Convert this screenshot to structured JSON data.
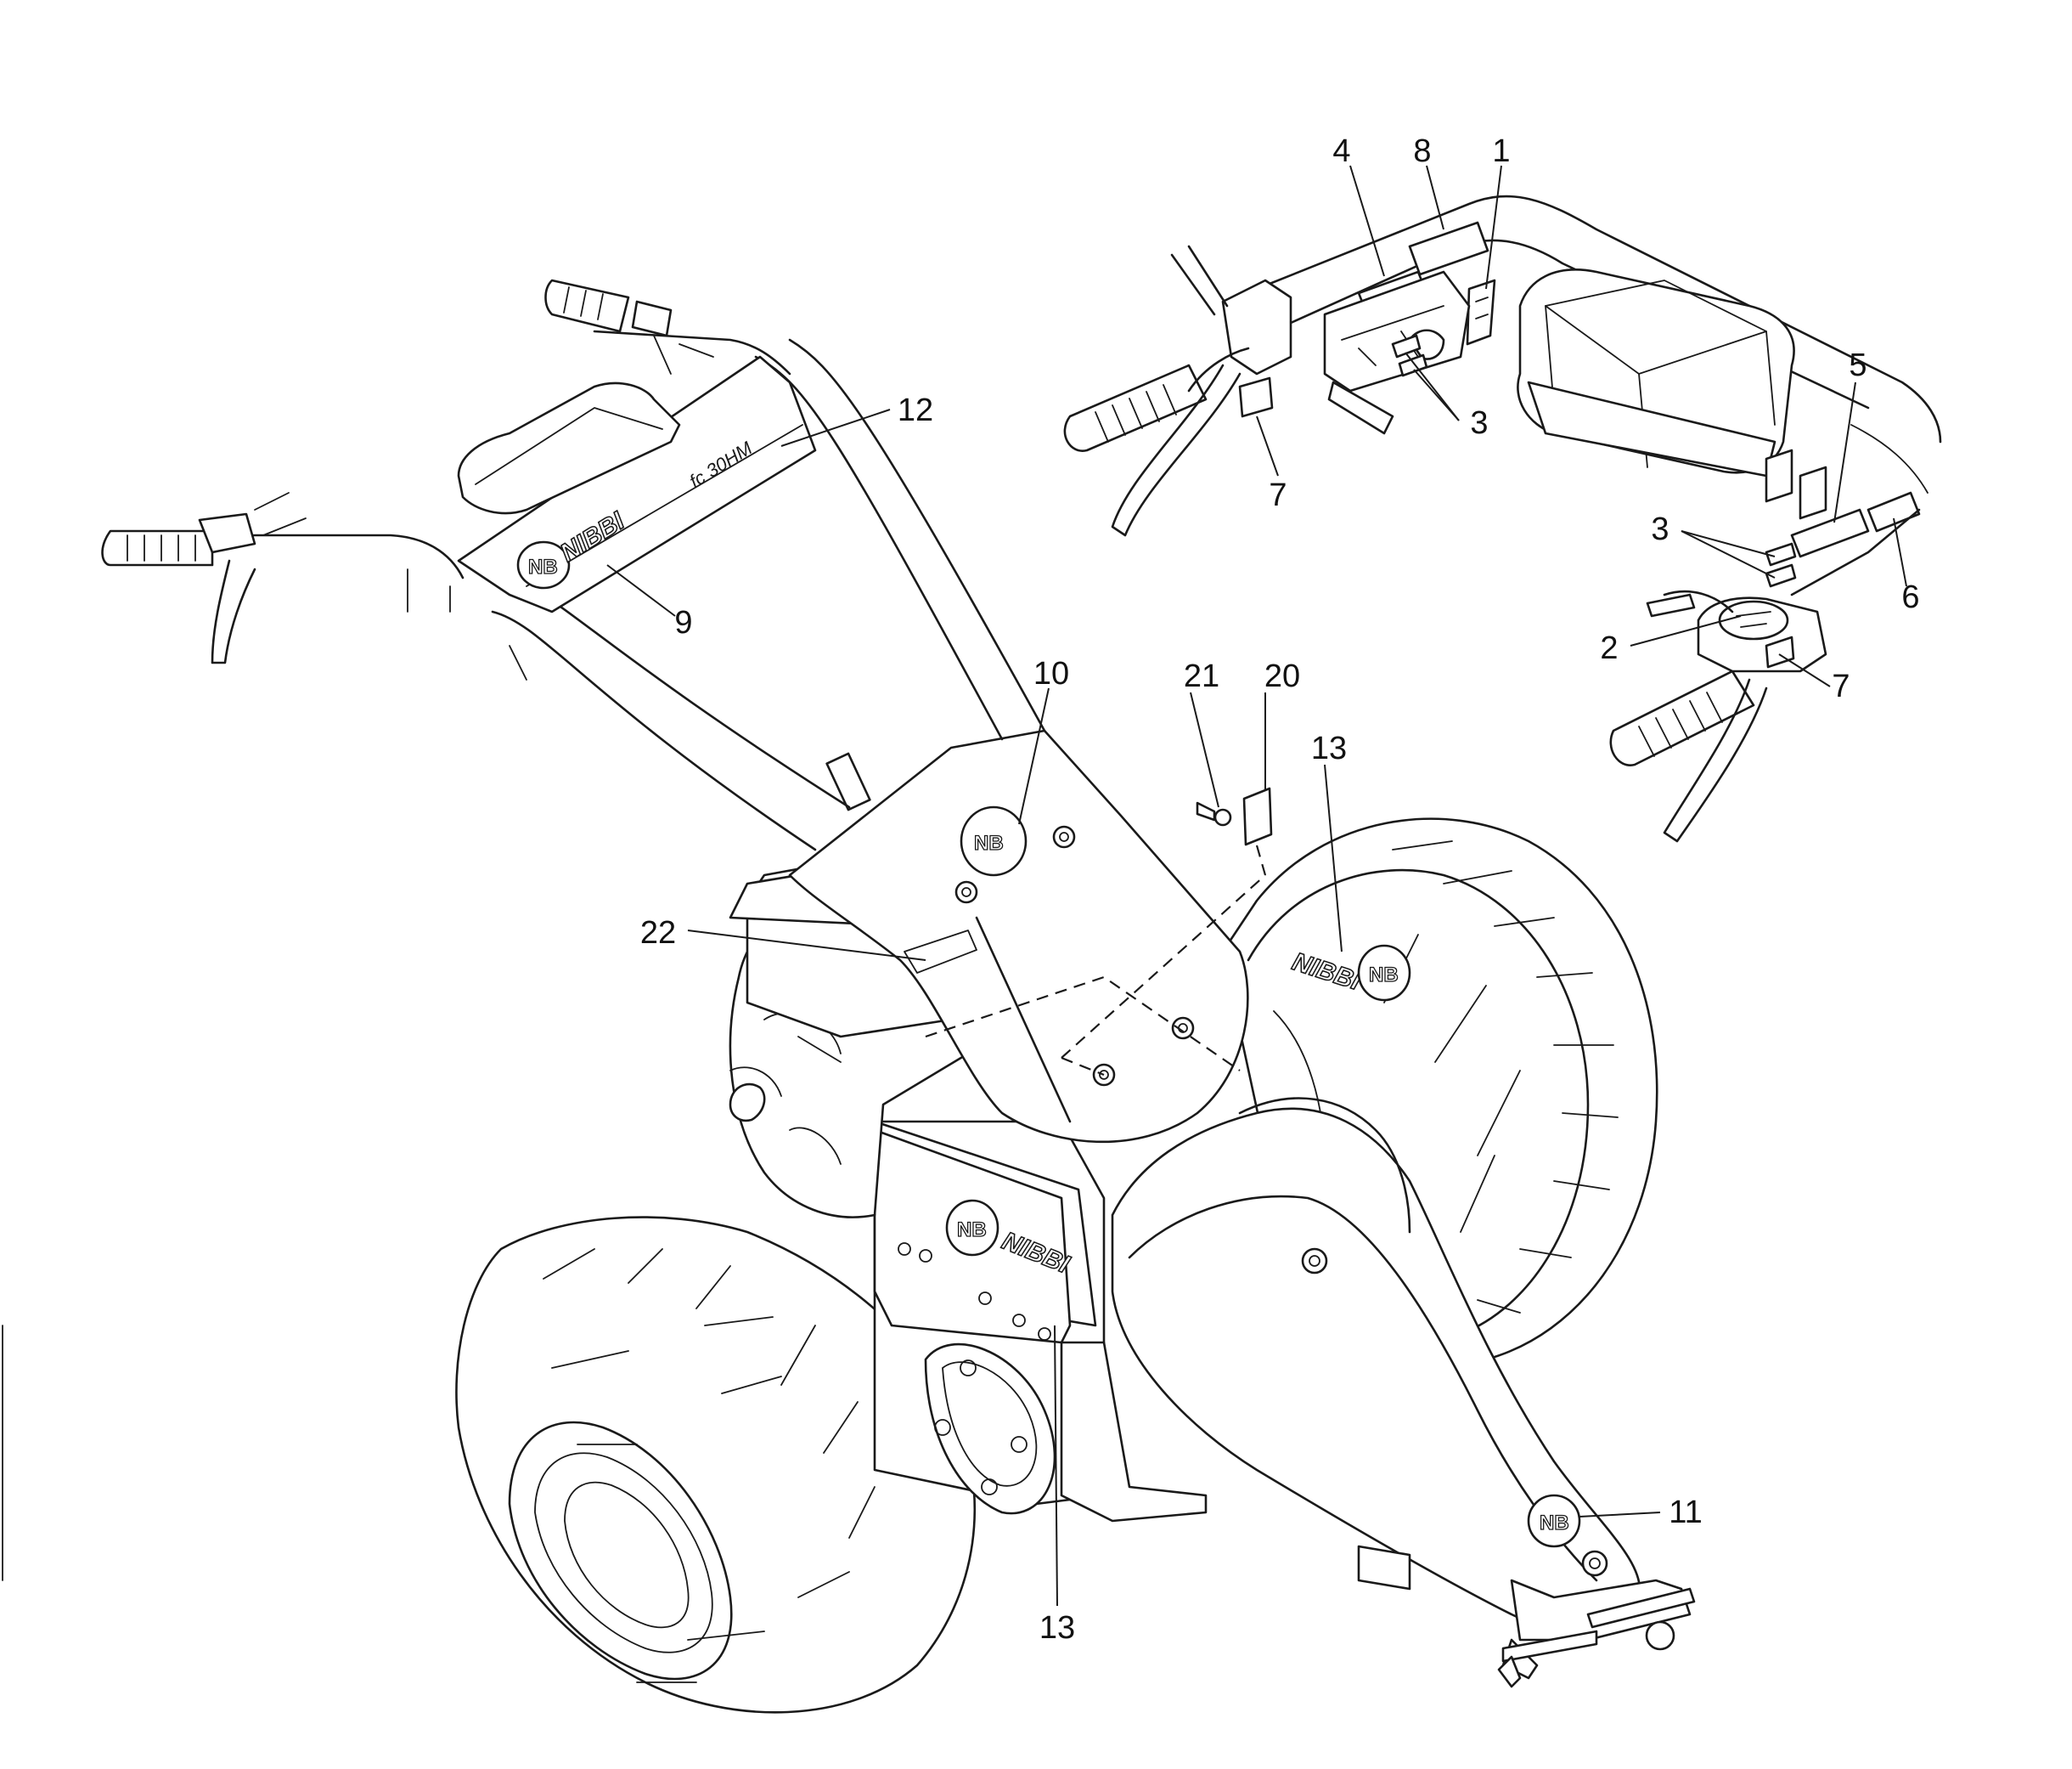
{
  "figure": {
    "title": "Decal positions — two-wheel tractor",
    "brand_text": "NIBBI",
    "logo_text": "NB",
    "model_text": "fc 30HM"
  },
  "callouts": [
    {
      "id": "c1",
      "label": "1"
    },
    {
      "id": "c2",
      "label": "2"
    },
    {
      "id": "c3a",
      "label": "3"
    },
    {
      "id": "c3b",
      "label": "3"
    },
    {
      "id": "c4",
      "label": "4"
    },
    {
      "id": "c5",
      "label": "5"
    },
    {
      "id": "c6",
      "label": "6"
    },
    {
      "id": "c7a",
      "label": "7"
    },
    {
      "id": "c7b",
      "label": "7"
    },
    {
      "id": "c8",
      "label": "8"
    },
    {
      "id": "c9",
      "label": "9"
    },
    {
      "id": "c10",
      "label": "10"
    },
    {
      "id": "c11",
      "label": "11"
    },
    {
      "id": "c12",
      "label": "12"
    },
    {
      "id": "c13a",
      "label": "13"
    },
    {
      "id": "c13b",
      "label": "13"
    },
    {
      "id": "c20",
      "label": "20"
    },
    {
      "id": "c21",
      "label": "21"
    },
    {
      "id": "c22",
      "label": "22"
    }
  ]
}
